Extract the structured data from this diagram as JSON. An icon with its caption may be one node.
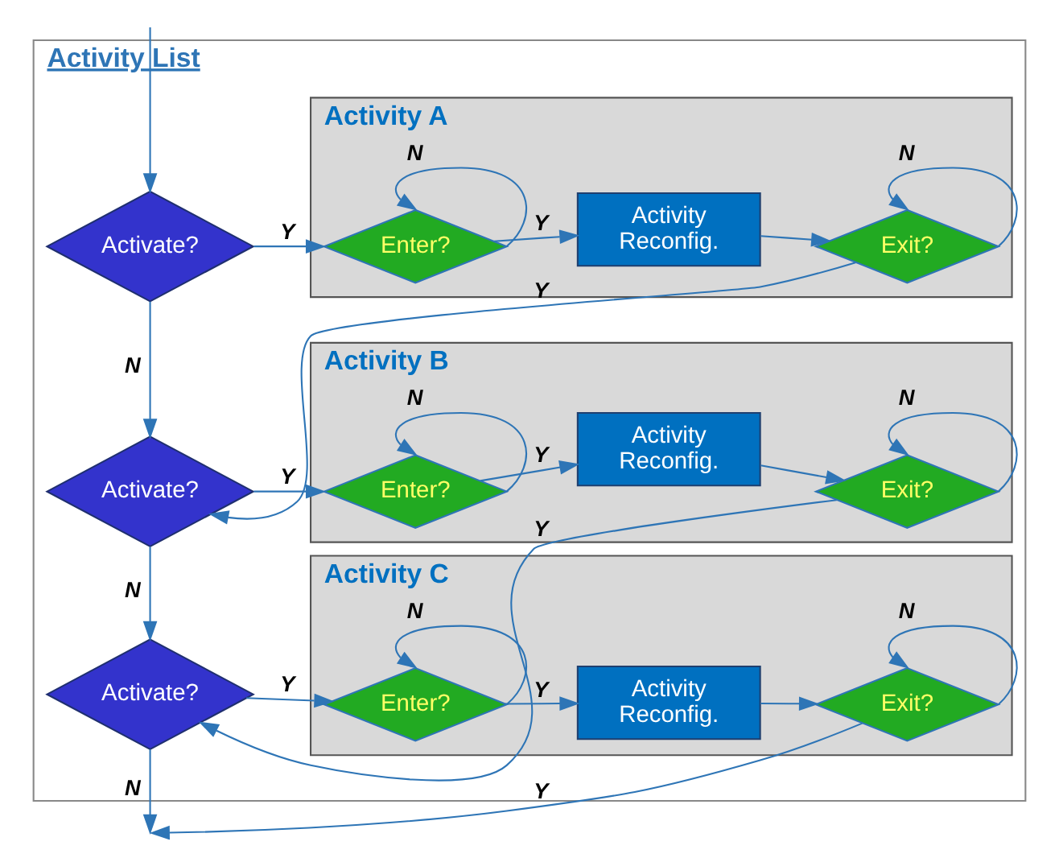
{
  "diagram": {
    "nodes": [
      {
        "text": [
          "Activity List"
        ]
      },
      {
        "text": [
          "Activate?"
        ],
        "in": 0
      },
      {
        "text": [
          "Activity A"
        ],
        "in": 0
      },
      {
        "text": [
          "Enter?"
        ],
        "in": 2
      },
      {
        "text": [
          "Activity Reconfig."
        ],
        "in": 2
      },
      {
        "text": [
          "Exit?"
        ],
        "in": 2
      },
      {
        "text": [
          "Activate?"
        ],
        "in": 0
      },
      {
        "text": [
          "Activity B"
        ],
        "in": 0
      },
      {
        "text": [
          "Enter?"
        ],
        "in": 7
      },
      {
        "text": [
          "Activity Reconfig."
        ],
        "in": 7
      },
      {
        "text": [
          "Exit?"
        ],
        "in": 7
      },
      {
        "text": [
          "Activate?"
        ],
        "in": 0
      },
      {
        "text": [
          "Activity C"
        ],
        "in": 0
      },
      {
        "text": [
          "Enter?"
        ],
        "in": 12
      },
      {
        "text": [
          "Activity Reconfig."
        ],
        "in": 12
      },
      {
        "text": [
          "Exit?"
        ],
        "in": 12
      }
    ],
    "edges": [
      {
        "from": null,
        "to": 1,
        "arrow": "to"
      },
      {
        "from": 1,
        "to": 3,
        "label": "Y",
        "arrow": "to"
      },
      {
        "from": 3,
        "to": 3,
        "label": "N",
        "arrow": "to"
      },
      {
        "from": 3,
        "to": 4,
        "label": "Y",
        "arrow": "to"
      },
      {
        "from": 4,
        "to": 5,
        "arrow": "to"
      },
      {
        "from": 5,
        "to": 5,
        "label": "N",
        "arrow": "to"
      },
      {
        "from": 5,
        "to": 6,
        "label": "Y",
        "arrow": "to"
      },
      {
        "from": 1,
        "to": 6,
        "label": "N",
        "arrow": "to"
      },
      {
        "from": 6,
        "to": 8,
        "label": "Y",
        "arrow": "to"
      },
      {
        "from": 8,
        "to": 8,
        "label": "N",
        "arrow": "to"
      },
      {
        "from": 8,
        "to": 9,
        "label": "Y",
        "arrow": "to"
      },
      {
        "from": 9,
        "to": 10,
        "arrow": "to"
      },
      {
        "from": 10,
        "to": 10,
        "label": "N",
        "arrow": "to"
      },
      {
        "from": 10,
        "to": 11,
        "label": "Y",
        "arrow": "to"
      },
      {
        "from": 6,
        "to": 11,
        "label": "N",
        "arrow": "to"
      },
      {
        "from": 11,
        "to": 13,
        "label": "Y",
        "arrow": "to"
      },
      {
        "from": 13,
        "to": 13,
        "label": "N",
        "arrow": "to"
      },
      {
        "from": 13,
        "to": 14,
        "label": "Y",
        "arrow": "to"
      },
      {
        "from": 14,
        "to": 15,
        "arrow": "to"
      },
      {
        "from": 15,
        "to": 15,
        "label": "N",
        "arrow": "to"
      },
      {
        "from": 15,
        "to": null,
        "label": "Y",
        "arrow": "to"
      },
      {
        "from": 11,
        "to": null,
        "label": "N",
        "arrow": "to"
      }
    ]
  }
}
